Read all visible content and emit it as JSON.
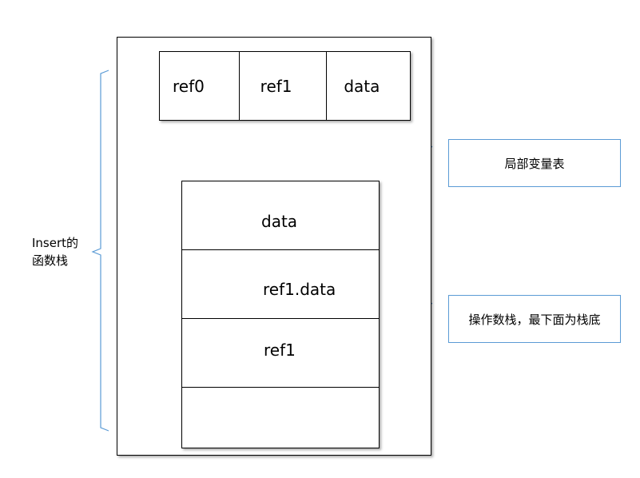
{
  "frame_label": {
    "line1": "Insert的",
    "line2": "函数栈"
  },
  "local_variables": {
    "cells": [
      "ref0",
      "ref1",
      "data"
    ],
    "callout": "局部变量表"
  },
  "operand_stack": {
    "rows": [
      "data",
      "ref1.data",
      "ref1",
      ""
    ],
    "callout": "操作数栈，最下面为栈底"
  },
  "colors": {
    "connector": "#5b9bd5",
    "outline": "#000000"
  }
}
